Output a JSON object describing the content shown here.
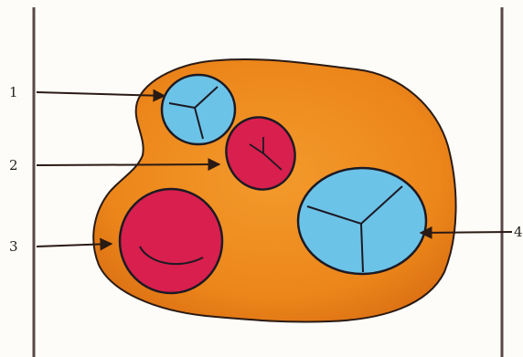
{
  "labels": {
    "l1": "1",
    "l2": "2",
    "l3": "3",
    "l4": "4"
  },
  "colors": {
    "background": "#fdfcf8",
    "cytoplasm": "#ee8a1e",
    "cytoplasm_dark": "#d96d12",
    "blue_inclusion": "#6cc3e8",
    "red_inclusion": "#d81f4d",
    "outline": "#2a1a14",
    "frame_line": "#5a4848"
  },
  "icons": {
    "arrow": "arrow-pointer-icon"
  }
}
